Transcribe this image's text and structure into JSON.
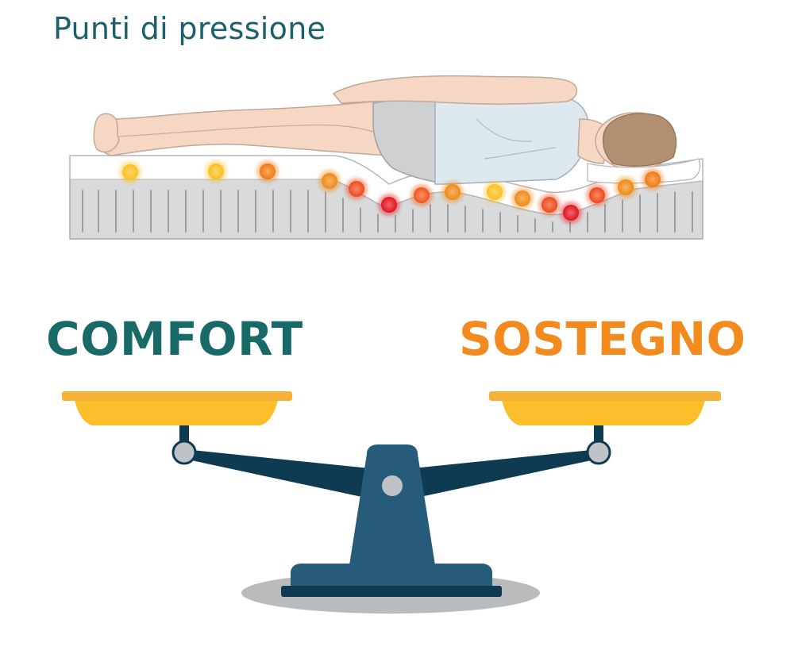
{
  "title": "Punti di pressione",
  "labels": {
    "left": "COMFORT",
    "right": "SOSTEGNO"
  },
  "colors": {
    "title": "#1d5f6a",
    "comfort": "#176a68",
    "sostegno": "#f28a1e",
    "pan": "#fbbf2c",
    "pan_rim": "#f6b237",
    "beam": "#0e3a52",
    "base": "#265b79",
    "shadow": "#b7b9bb"
  },
  "pressure_points": [
    {
      "color": "#fbbf1f"
    },
    {
      "color": "#fbbf1f"
    },
    {
      "color": "#f07a12"
    },
    {
      "color": "#f08a16"
    },
    {
      "color": "#ee4a1a"
    },
    {
      "color": "#e3141e"
    },
    {
      "color": "#ef5818"
    },
    {
      "color": "#f08a16"
    },
    {
      "color": "#fbbf1f"
    },
    {
      "color": "#f08a16"
    },
    {
      "color": "#ee4a1a"
    },
    {
      "color": "#e3141e"
    },
    {
      "color": "#ee4a1a"
    },
    {
      "color": "#f08a16"
    },
    {
      "color": "#f07a12"
    }
  ]
}
